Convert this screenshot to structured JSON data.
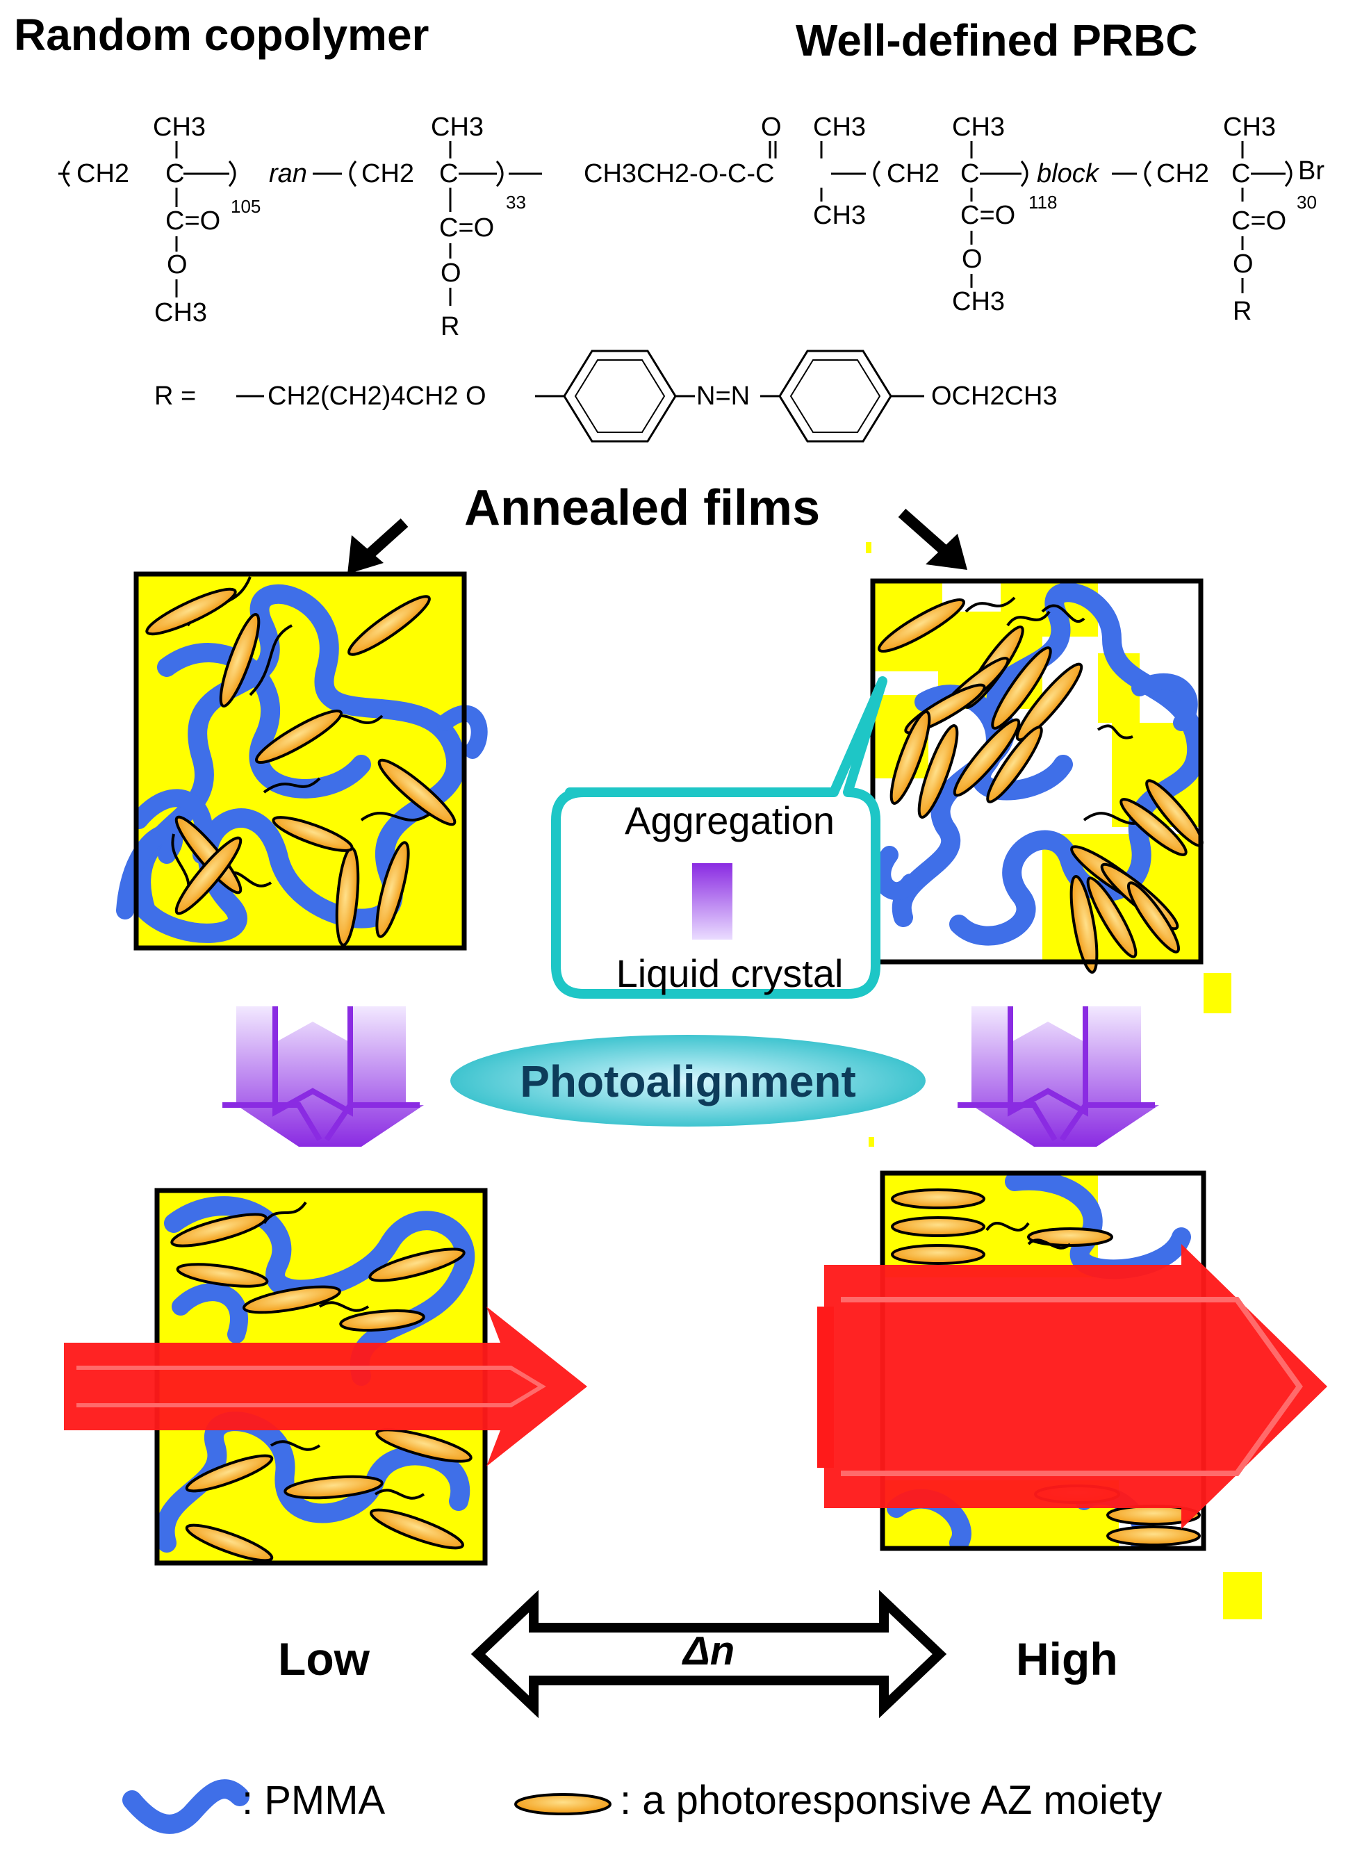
{
  "titles": {
    "left": "Random copolymer",
    "right": "Well-defined PRBC"
  },
  "chem_random": {
    "ch3_a": "CH3",
    "ch2_a": "CH2",
    "c_a": "C",
    "ester_a": "C=O",
    "sup_a": "105",
    "o_a": "O",
    "me_a": "CH3",
    "ran": "ran",
    "ch3_b": "CH3",
    "ch2_b": "CH2",
    "c_b": "C",
    "ester_b": "C=O",
    "sub_b": "33",
    "o_b": "O",
    "r_b": "R"
  },
  "chem_prbc": {
    "initiator": "CH3CH2-O-C-C",
    "o_top": "O",
    "ch3_top": "CH3",
    "ch3_bot": "CH3",
    "ch3_m": "CH3",
    "ch2_m": "CH2",
    "c_m": "C",
    "ester_m": "C=O",
    "sup_m": "118",
    "o_m": "O",
    "me_m": "CH3",
    "block": "block",
    "ch3_n": "CH3",
    "ch2_n": "CH2",
    "c_n": "C",
    "br": "Br",
    "ester_n": "C=O",
    "sub_n": "30",
    "o_n": "O",
    "r_n": "R"
  },
  "r_group": {
    "label": "R =",
    "chain": "CH2(CH2)4CH2 O",
    "azo": "N=N",
    "end": "OCH2CH3"
  },
  "annealed_label": "Annealed films",
  "callout": {
    "top": "Aggregation",
    "bottom": "Liquid crystal"
  },
  "photoalignment_label": "Photoalignment",
  "delta_n": {
    "symbol": "Δn",
    "low": "Low",
    "high": "High"
  },
  "legend": {
    "pmma": ": PMMA",
    "az": ": a photoresponsive AZ moiety"
  },
  "colors": {
    "film": "#ffff00",
    "pmma": "#3f6fe8",
    "az_fill": "#f4a21a",
    "az_edge": "#000000",
    "laser": "#ff1a1a",
    "arrow_light": "#e6d0ff",
    "arrow_dark": "#8a2be2",
    "callout": "#1ec6c6",
    "ellipse": "#4fd0d8"
  }
}
